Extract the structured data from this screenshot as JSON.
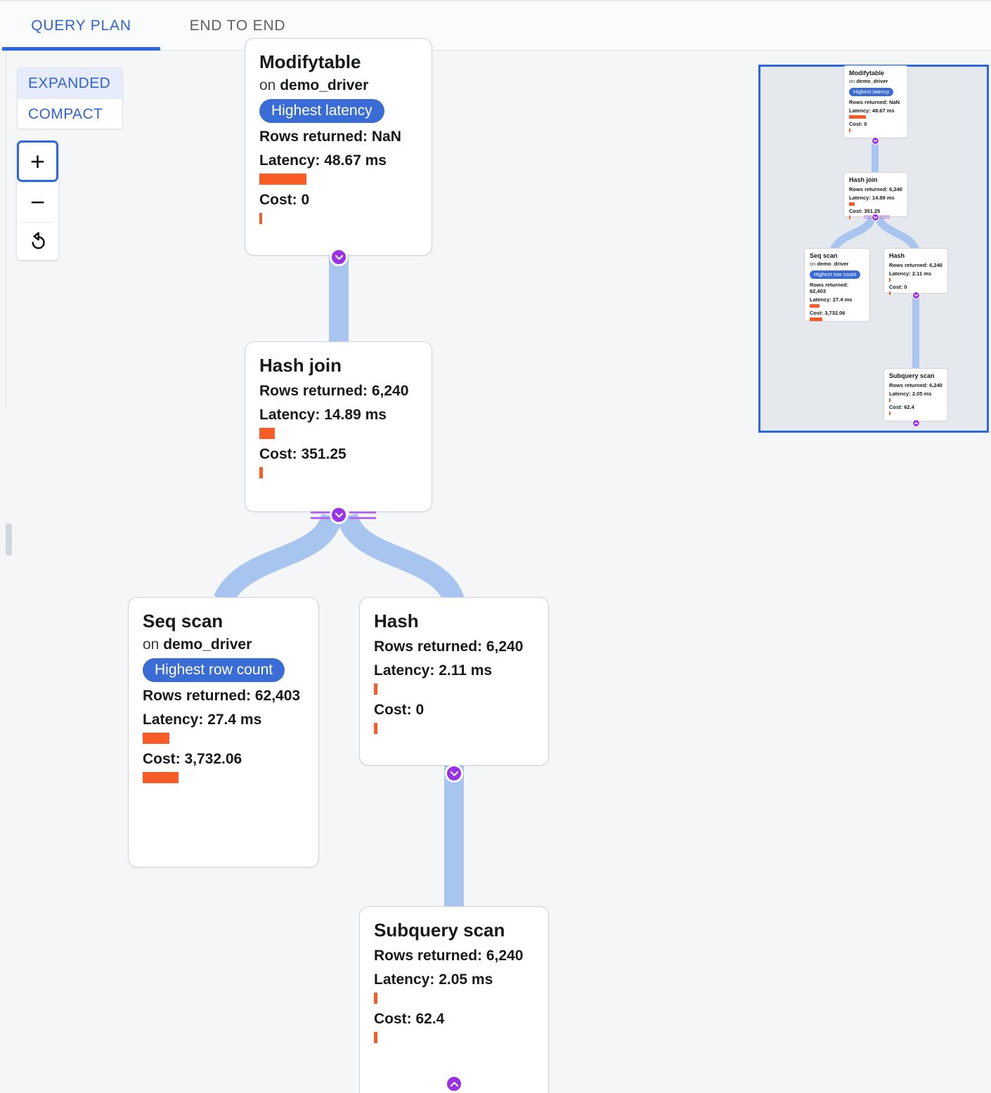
{
  "tabs": [
    {
      "id": "query-plan",
      "label": "QUERY PLAN",
      "active": true
    },
    {
      "id": "end-to-end",
      "label": "END TO END",
      "active": false
    }
  ],
  "view_mode": {
    "expanded_label": "EXPANDED",
    "compact_label": "COMPACT",
    "selected": "EXPANDED"
  },
  "zoom_controls": {
    "zoom_in_label": "+",
    "zoom_out_label": "−",
    "reset_label": "reset-view"
  },
  "colors": {
    "accent_blue": "#2c66e0",
    "badge_blue": "#3a6cd6",
    "bar_orange": "#f95b26",
    "edge_blue": "#a8c5f0",
    "toggle_purple": "#9a30e8",
    "minimap_bg": "#e5e8ec",
    "canvas_bg": "#f4f6f8"
  },
  "labels": {
    "rows_prefix": "Rows returned: ",
    "latency_prefix": "Latency: ",
    "cost_prefix": "Cost: ",
    "on_prefix": "on "
  },
  "nodes": [
    {
      "id": "modifytable",
      "title": "Modifytable",
      "on": "demo_driver",
      "on_text": "on demo_driver",
      "badge": "Highest latency",
      "rows": "Rows returned: NaN",
      "latency": "Latency: 48.67 ms",
      "latency_bar_width": 67,
      "cost": "Cost: 0",
      "cost_bar_width": 4
    },
    {
      "id": "hash-join",
      "title": "Hash join",
      "on_text": "",
      "badge": "",
      "rows": "Rows returned: 6,240",
      "latency": "Latency: 14.89 ms",
      "latency_bar_width": 22,
      "cost": "Cost: 351.25",
      "cost_bar_width": 5
    },
    {
      "id": "seq-scan",
      "title": "Seq scan",
      "on": "demo_driver",
      "on_text": "on demo_driver",
      "badge": "Highest row count",
      "rows": "Rows returned: 62,403",
      "latency": "Latency: 27.4 ms",
      "latency_bar_width": 38,
      "cost": "Cost: 3,732.06",
      "cost_bar_width": 51
    },
    {
      "id": "hash",
      "title": "Hash",
      "on_text": "",
      "badge": "",
      "rows": "Rows returned: 6,240",
      "latency": "Latency: 2.11 ms",
      "latency_bar_width": 5,
      "cost": "Cost: 0",
      "cost_bar_width": 5
    },
    {
      "id": "subquery-scan",
      "title": "Subquery scan",
      "on_text": "",
      "badge": "",
      "rows": "Rows returned: 6,240",
      "latency": "Latency: 2.05 ms",
      "latency_bar_width": 5,
      "cost": "Cost: 62.4",
      "cost_bar_width": 5
    }
  ],
  "minimap": {
    "present": true,
    "viewport_highlighted": true
  }
}
